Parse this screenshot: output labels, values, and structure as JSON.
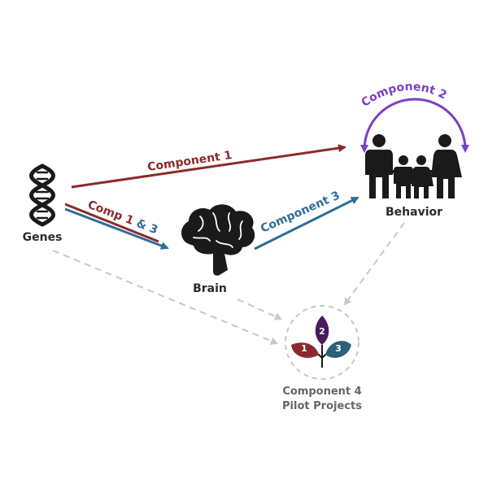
{
  "nodes": {
    "genes": {
      "label": "Genes",
      "icon": "dna-icon"
    },
    "brain": {
      "label": "Brain",
      "icon": "brain-icon"
    },
    "behavior": {
      "label": "Behavior",
      "icon": "family-icon"
    },
    "component4": {
      "title": "Component 4",
      "subtitle": "Pilot Projects",
      "icon": "three-leaf-plant-icon",
      "leaves": [
        "1",
        "2",
        "3"
      ]
    }
  },
  "arrows": {
    "component1": {
      "label": "Component 1"
    },
    "comp13_prefix": {
      "label": "Comp "
    },
    "comp13_num1": {
      "label": "1"
    },
    "comp13_amp": {
      "label": " & "
    },
    "comp13_num3": {
      "label": "3"
    },
    "component3": {
      "label": "Component 3"
    },
    "component2": {
      "label": "Component 2"
    }
  },
  "colors": {
    "red": "#8b2a2c",
    "blue": "#2f6e99",
    "purple": "#7b3fc4",
    "gray_dashed": "#c8c8c8",
    "leaf_red": "#8b2a2c",
    "leaf_purple": "#4a1a5c",
    "leaf_blue": "#2b5f7a",
    "icon": "#1a1a1a"
  }
}
